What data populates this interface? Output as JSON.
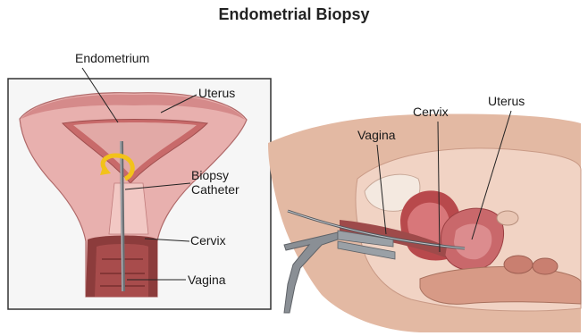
{
  "title": "Endometrial Biopsy",
  "inset_labels": {
    "endometrium": "Endometrium",
    "uterus": "Uterus",
    "biopsy_catheter_line1": "Biopsy",
    "biopsy_catheter_line2": "Catheter",
    "cervix": "Cervix",
    "vagina": "Vagina"
  },
  "side_labels": {
    "vagina": "Vagina",
    "cervix": "Cervix",
    "uterus": "Uterus"
  },
  "colors": {
    "tissue_pink": "#e7a7a4",
    "endometrium_red": "#c86a6a",
    "vagina_dark": "#8c3c3c",
    "skin": "#e3b9a3",
    "instrument_gray": "#8a8f95",
    "arrow_yellow": "#f2c21b"
  }
}
